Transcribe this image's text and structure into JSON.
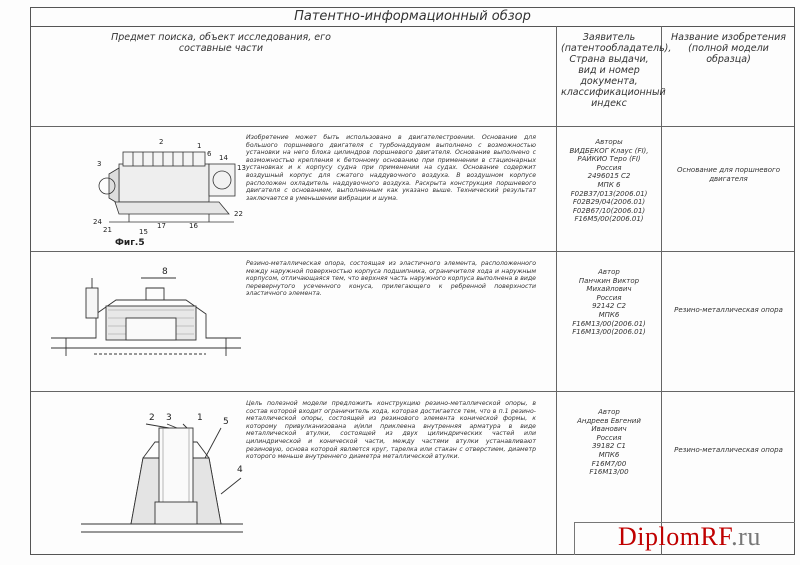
{
  "title": "Патентно-информационный обзор",
  "headers": {
    "subject": "Предмет поиска, объект исследования, его составные части",
    "applicant": "Заявитель (патентообладатель), Страна выдачи, вид и номер документа, классификационный индекс",
    "name": "Название изобретения (полной модели образца)"
  },
  "rows": [
    {
      "figure_label": "Фиг.5",
      "callouts": [
        "2",
        "1",
        "6",
        "14",
        "13",
        "3",
        "24",
        "21",
        "15",
        "17",
        "16",
        "22"
      ],
      "description": "Изобретение может быть использовано в двигателестроении. Основание для большого поршневого двигателя с турбонаддувом выполнено с возможностью установки на него блока цилиндров поршневого двигателя. Основание выполнено с возможностью крепления к бетонному основанию при применении в стационарных установках и к корпусу судна при применении на судах. Основание содержит воздушный корпус для сжатого наддувочного воздуха. В воздушном корпусе расположен охладитель наддувочного воздуха. Раскрыта конструкция поршневого двигателя с основанием, выполненным как указано выше. Технический результат заключается в уменьшении вибрации и шума.",
      "applicant": "Авторы\nВИДБЕКОГ Клаус (FI),\nРАЙКИО Теро (FI)\nРоссия\n2496015 C2\nМПК 6\nF02B37/013(2006.01)\nF02B29/04(2006.01)\nF02B67/10(2006.01)\nF16M5/00(2006.01)",
      "name": "Основание для поршневого двигателя"
    },
    {
      "figure_label": "8",
      "callouts": [
        "8"
      ],
      "description": "Резино-металлическая опора, состоящая из эластичного элемента, расположенного между наружной поверхностью корпуса подшипника, ограничителя хода и наружным корпусом, отличающаяся тем, что верхняя часть наружного корпуса выполнена в виде перевернутого усеченного конуса, прилегающего к ребренной поверхности эластичного элемента.",
      "applicant": "Автор\nПанчкин Виктор\nМихайлович\nРоссия\n92142 C2\nМПК6\nF16M13/00(2006.01)\nF16M13/00(2006.01)",
      "name": "Резино-металлическая опора"
    },
    {
      "figure_label": "",
      "callouts": [
        "2",
        "3",
        "1",
        "5",
        "4"
      ],
      "description": "Цель полезной модели предложить конструкцию резино-металлической опоры, в состав которой входит ограничитель хода, которая достигается тем, что в п.1 резино-металлической опоры, состоящей из резинового элемента конической формы, к которому привулканизована и/или приклеена внутренняя арматура в виде металлической втулки, состоящей из двух цилиндрических частей или цилиндрической и конической части, между частями втулки устанавливают резиновую, основа которой является круг, тарелка или стакан с отверстием, диаметр которого меньше внутреннего диаметра металлической втулки.",
      "applicant": "Автор\nАндреев Евгений\nИванович\nРоссия\n39182 C1\nМПК6\nF16M7/00\nF16M13/00",
      "name": "Резино-металлическая опора"
    }
  ],
  "watermark": {
    "main": "DiplomRF",
    "suffix": ".ru"
  }
}
